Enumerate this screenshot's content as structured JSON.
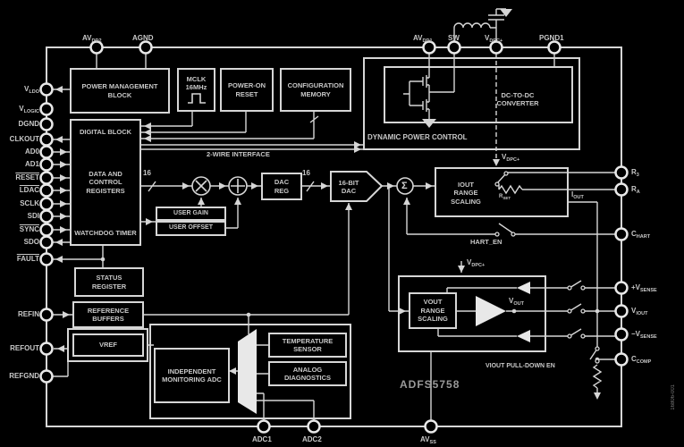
{
  "figure": {
    "part_number": "ADFS5758",
    "watermark": "16806-001",
    "sigma": "Σ"
  },
  "colors": {
    "background": "#000000",
    "line": "#d6d6d6",
    "text": "#c8c8c8",
    "shape_fill": "#e8e8e8",
    "part_number": "#9a9a9a"
  },
  "pins": {
    "avdd2": {
      "main": "AV",
      "sub": "DD2"
    },
    "agnd": "AGND",
    "avdd1": {
      "main": "AV",
      "sub": "DD1"
    },
    "sw": "SW",
    "vdpc": {
      "main": "V",
      "sub": "DPC+"
    },
    "pgnd1": "PGND1",
    "vldo": {
      "main": "V",
      "sub": "LDO"
    },
    "vlogic": {
      "main": "V",
      "sub": "LOGIC"
    },
    "dgnd": "DGND",
    "clkout": "CLKOUT",
    "ad0": "AD0",
    "ad1": "AD1",
    "reset": "RESET",
    "ldac": "LDAC",
    "sclk": "SCLK",
    "sdi": "SDI",
    "sync": "SYNC",
    "sdo": "SDO",
    "fault": "FAULT",
    "refin": "REFIN",
    "refout": "REFOUT",
    "refgnd": "REFGND",
    "r3": {
      "main": "R",
      "sub": "3"
    },
    "ra": {
      "main": "R",
      "sub": "A"
    },
    "chart": {
      "main": "C",
      "sub": "HART"
    },
    "vsense_p": {
      "main": "+V",
      "sub": "SENSE"
    },
    "viout": {
      "main": "V",
      "sub": "IOUT"
    },
    "vsense_n": {
      "main": "−V",
      "sub": "SENSE"
    },
    "ccomp": {
      "main": "C",
      "sub": "COMP"
    },
    "adc1": "ADC1",
    "adc2": "ADC2",
    "avss": {
      "main": "AV",
      "sub": "SS"
    }
  },
  "blocks": {
    "power_mgmt": "POWER MANAGEMENT BLOCK",
    "mclk_line1": "MCLK",
    "mclk_line2": "16MHz",
    "por": "POWER-ON RESET",
    "config_mem": "CONFIGURATION MEMORY",
    "digital_1": "DIGITAL BLOCK",
    "digital_2": "DATA AND CONTROL REGISTERS",
    "digital_3": "WATCHDOG TIMER",
    "user_gain": "USER GAIN",
    "user_offset": "USER OFFSET",
    "dac_reg": "DAC REG",
    "dac": "16-BIT DAC",
    "iout_rs_main": {
      "main": "I",
      "sub": "OUT"
    },
    "iout_rs_rest": "RANGE SCALING",
    "vout_rs_main": {
      "main": "V",
      "sub": "OUT"
    },
    "vout_rs_rest": "RANGE SCALING",
    "status": "STATUS REGISTER",
    "ref_buffers": "REFERENCE BUFFERS",
    "vref": {
      "main": "V",
      "sub": "REF"
    },
    "monitor_adc": "INDEPENDENT MONITORING ADC",
    "temp_sensor": "TEMPERATURE SENSOR",
    "analog_diag": "ANALOG DIAGNOSTICS",
    "dcdc": "DC-TO-DC CONVERTER",
    "dpc": "DYNAMIC POWER CONTROL"
  },
  "labels": {
    "two_wire": "2-WIRE INTERFACE",
    "hart_en": "HART_EN",
    "viout_pulldown": "VIOUT PULL-DOWN EN",
    "bus16_a": "16",
    "bus16_b": "16",
    "iout_node": {
      "main": "I",
      "sub": "OUT"
    },
    "vout_node": {
      "main": "V",
      "sub": "OUT"
    },
    "vdpc_arrow1": {
      "main": "V",
      "sub": "DPC+"
    },
    "vdpc_arrow2": {
      "main": "V",
      "sub": "DPC+"
    },
    "rset": {
      "main": "R",
      "sub": "SET"
    }
  }
}
